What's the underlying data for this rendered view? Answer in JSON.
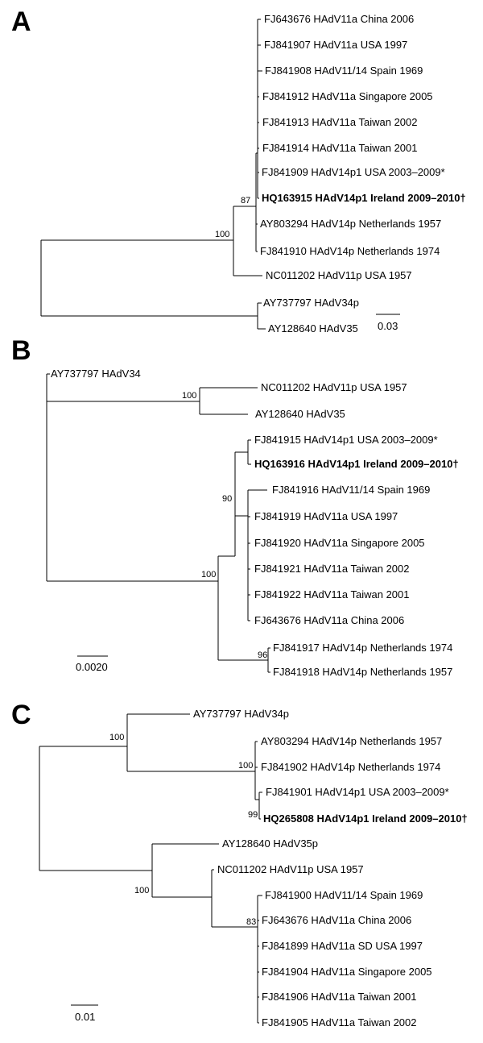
{
  "panels": [
    {
      "letter": "A",
      "leaves": [
        "FJ643676 HAdV11a China 2006",
        "FJ841907 HAdV11a USA 1997",
        "FJ841908 HAdV11/14 Spain 1969",
        "FJ841912 HAdV11a Singapore 2005",
        "FJ841913 HAdV11a Taiwan 2002",
        "FJ841914 HAdV11a Taiwan 2001",
        "FJ841909 HAdV14p1 USA 2003–2009*",
        "HQ163915 HAdV14p1 Ireland 2009–2010†",
        "AY803294 HAdV14p Netherlands 1957",
        "FJ841910 HAdV14p Netherlands 1974",
        "NC011202 HAdV11p USA 1957",
        "AY737797 HAdV34p",
        "AY128640 HAdV35"
      ],
      "bootstraps": [
        "87",
        "100"
      ],
      "scale": "0.03"
    },
    {
      "letter": "B",
      "leaves": [
        "AY737797 HAdV34",
        "NC011202 HAdV11p USA 1957",
        "AY128640 HAdV35",
        "FJ841915 HAdV14p1 USA 2003–2009*",
        "HQ163916 HAdV14p1 Ireland 2009–2010†",
        "FJ841916 HAdV11/14 Spain 1969",
        "FJ841919 HAdV11a USA 1997",
        "FJ841920 HAdV11a Singapore 2005",
        "FJ841921 HAdV11a Taiwan 2002",
        "FJ841922 HAdV11a Taiwan 2001",
        "FJ643676 HAdV11a China 2006",
        "FJ841917 HAdV14p Netherlands 1974",
        "FJ841918 HAdV14p Netherlands 1957"
      ],
      "bootstraps": [
        "100",
        "90",
        "100",
        "96"
      ],
      "scale": "0.0020"
    },
    {
      "letter": "C",
      "leaves": [
        "AY737797 HAdV34p",
        "AY803294 HAdV14p Netherlands 1957",
        "FJ841902 HAdV14p Netherlands 1974",
        "FJ841901 HAdV14p1 USA 2003–2009*",
        "HQ265808 HAdV14p1 Ireland 2009–2010†",
        "AY128640 HAdV35p",
        "NC011202 HAdV11p USA 1957",
        "FJ841900 HAdV11/14 Spain 1969",
        "FJ643676 HAdV11a China 2006",
        "FJ841899 HAdV11a SD USA 1997",
        "FJ841904 HAdV11a Singapore 2005",
        "FJ841906 HAdV11a Taiwan 2001",
        "FJ841905 HAdV11a Taiwan 2002"
      ],
      "bootstraps": [
        "100",
        "100",
        "99",
        "100",
        "83"
      ],
      "scale": "0.01"
    }
  ]
}
